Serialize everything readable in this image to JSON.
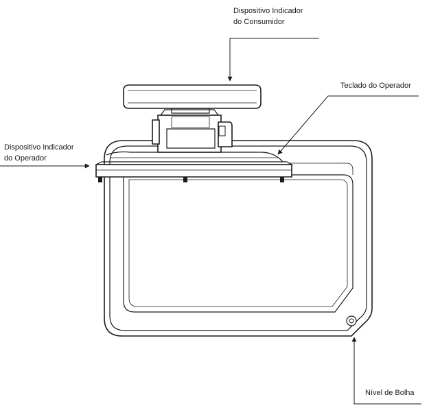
{
  "labels": {
    "consumer_display": {
      "line1": "Dispositivo Indicador",
      "line2": "do Consumidor"
    },
    "operator_keyboard": {
      "line1": "Teclado do Operador"
    },
    "operator_display": {
      "line1": "Dispositivo Indicador",
      "line2": "do Operador"
    },
    "bubble_level": {
      "line1": "Nível de Bolha"
    }
  }
}
